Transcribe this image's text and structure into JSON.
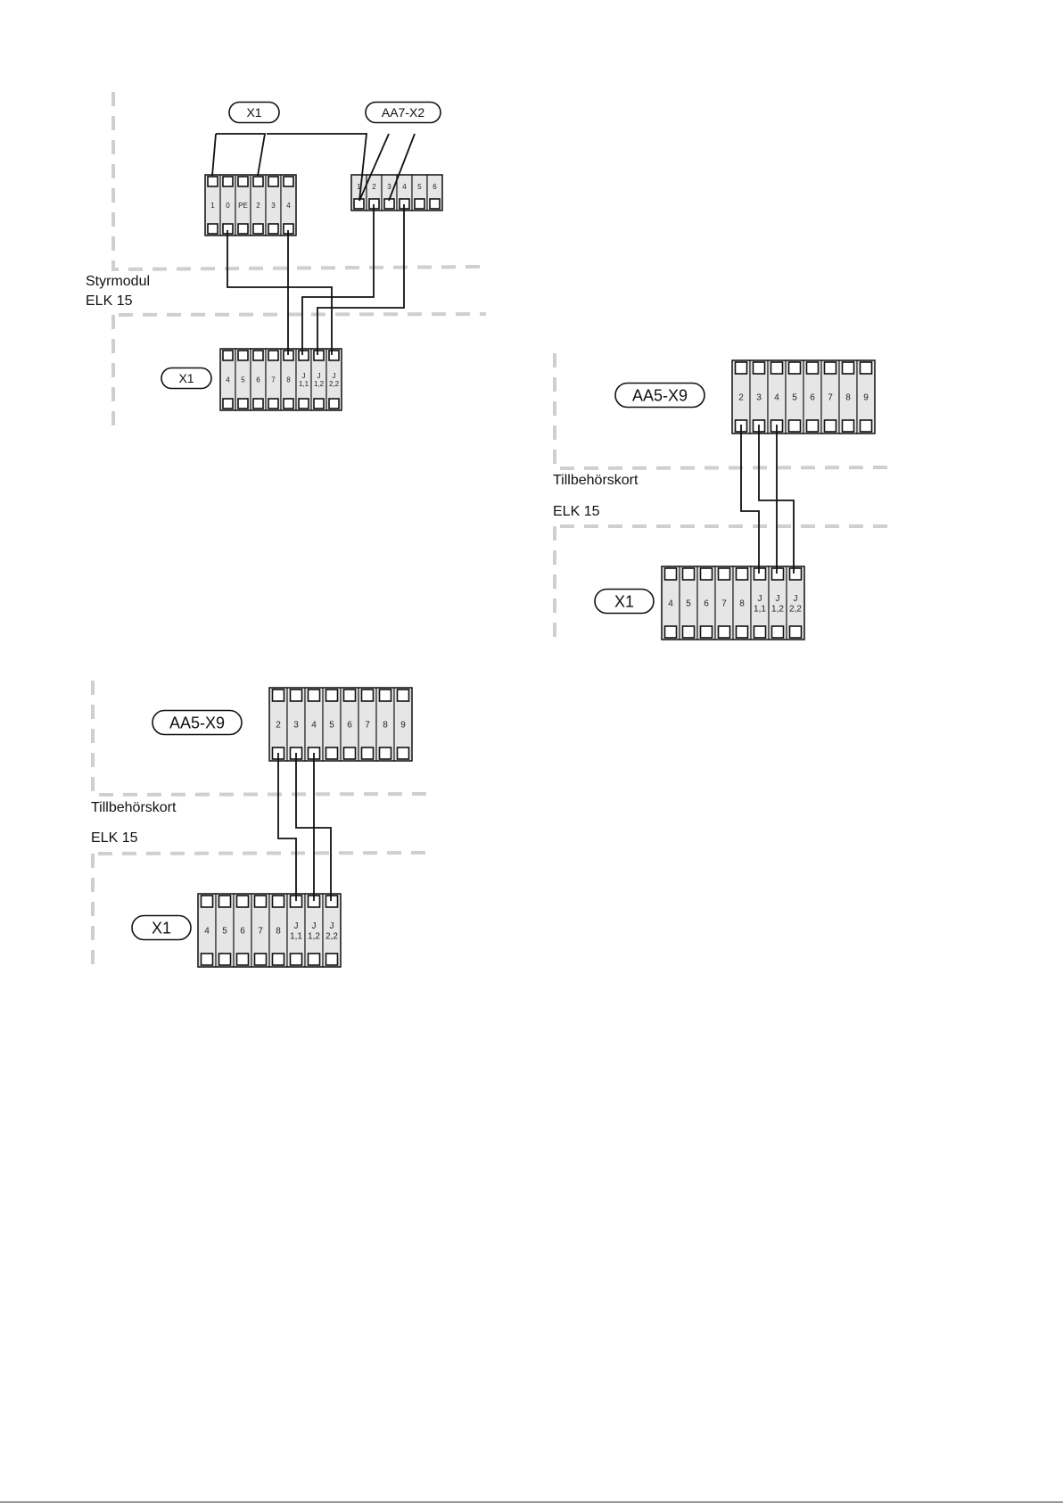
{
  "colors": {
    "zone_dash": "#cfcfcf",
    "cell_fill": "#e6e6e6",
    "stroke": "#111111"
  },
  "diagrams": [
    {
      "id": "styrmodul",
      "zone_labels": [
        "Styrmodul",
        "ELK 15"
      ],
      "blocks": [
        {
          "tag": "X1",
          "terminals": [
            "1",
            "0",
            "PE",
            "2",
            "3",
            "4"
          ]
        },
        {
          "tag": "AA7-X2",
          "terminals": [
            "1",
            "2",
            "3",
            "4",
            "5",
            "6"
          ]
        },
        {
          "tag": "X1",
          "terminals": [
            "4",
            "5",
            "6",
            "7",
            "8",
            "J 1,1",
            "J 1,2",
            "J 2,2"
          ]
        }
      ]
    },
    {
      "id": "tillbehorskort-right",
      "zone_labels": [
        "Tillbehörskort",
        "ELK 15"
      ],
      "blocks": [
        {
          "tag": "AA5-X9",
          "terminals": [
            "2",
            "3",
            "4",
            "5",
            "6",
            "7",
            "8",
            "9"
          ]
        },
        {
          "tag": "X1",
          "terminals": [
            "4",
            "5",
            "6",
            "7",
            "8",
            "J 1,1",
            "J 1,2",
            "J 2,2"
          ]
        }
      ]
    },
    {
      "id": "tillbehorskort-left",
      "zone_labels": [
        "Tillbehörskort",
        "ELK 15"
      ],
      "blocks": [
        {
          "tag": "AA5-X9",
          "terminals": [
            "2",
            "3",
            "4",
            "5",
            "6",
            "7",
            "8",
            "9"
          ]
        },
        {
          "tag": "X1",
          "terminals": [
            "4",
            "5",
            "6",
            "7",
            "8",
            "J 1,1",
            "J 1,2",
            "J 2,2"
          ]
        }
      ]
    }
  ]
}
